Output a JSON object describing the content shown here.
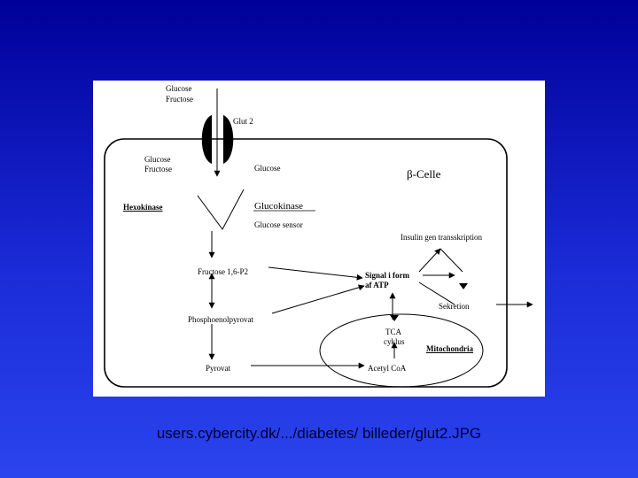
{
  "diagram": {
    "glucose_outside": "Glucose",
    "fructose_outside": "Fructose",
    "glut2": "Glut 2",
    "glucose_inside": "Glucose",
    "fructose_inside": "Fructose",
    "glucose_right": "Glucose",
    "beta_symbol": "β",
    "cell_label": "-Celle",
    "hexokinase": "Hexokinase",
    "glucokinase": "Glucokinase",
    "glucose_sensor": "Glucose sensor",
    "insulin_transcription": "Insulin gen transskription",
    "fructose_bp": "Fructose 1,6-P2",
    "signal_line1": "Signal i form",
    "signal_line2": "af ATP",
    "sekretion": "Sekretion",
    "phosphoenolpyruvat": "Phosphoenolpyrovat",
    "tca_line1": "TCA",
    "tca_line2": "cyklus",
    "mitochondria": "Mitochondria",
    "pyruvat": "Pyrovat",
    "acetyl_coa": "Acetyl CoA"
  },
  "caption": "users.cybercity.dk/.../diabetes/ billeder/glut2.JPG"
}
